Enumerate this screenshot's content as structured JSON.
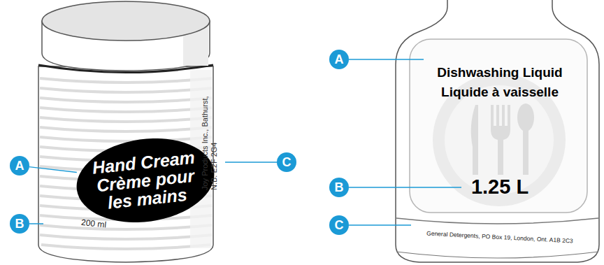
{
  "diagram": {
    "nodes": [
      {
        "text": [
          "A"
        ]
      },
      {
        "text": [
          "Hand Cream",
          "Crème pour les mains"
        ]
      },
      {
        "text": [
          "B"
        ]
      },
      {
        "text": [
          "C"
        ]
      },
      {
        "text": [
          "A"
        ]
      },
      {
        "text": [
          "B"
        ]
      },
      {
        "text": [
          "C"
        ]
      }
    ],
    "edges": [
      {
        "from": 0,
        "to": 1,
        "arrow": "none"
      }
    ],
    "labels": [
      "200 ml",
      "Joy Products Inc., Bathurst, N.B. E2F 2G4",
      "Dishwashing Liquid",
      "Liquide à vaisselle",
      "1.25 L",
      "General Detergents, PO Box 19, London, Ont. A1B 2C3"
    ]
  }
}
